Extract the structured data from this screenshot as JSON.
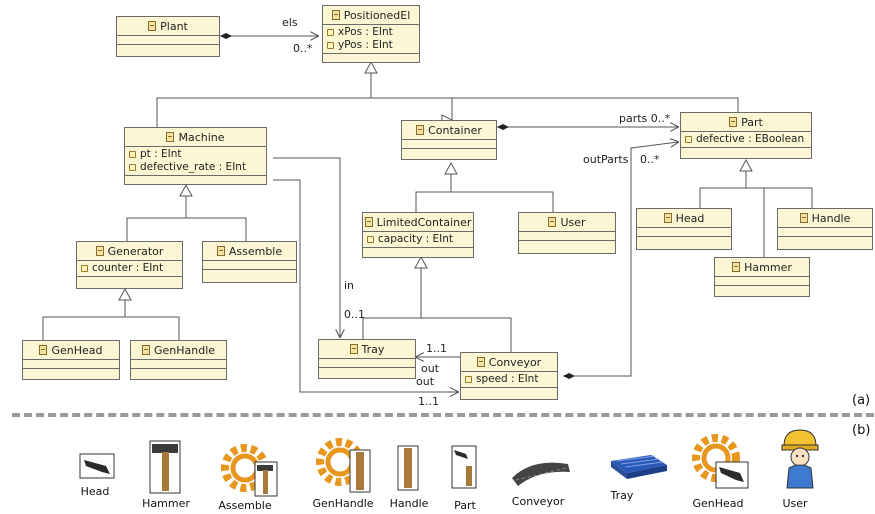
{
  "classes": {
    "plant": {
      "name": "Plant",
      "attrs": []
    },
    "positioned_el": {
      "name": "PositionedEl",
      "attrs": [
        "xPos : EInt",
        "yPos : EInt"
      ]
    },
    "machine": {
      "name": "Machine",
      "attrs": [
        "pt : EInt",
        "defective_rate : EInt"
      ]
    },
    "container": {
      "name": "Container",
      "attrs": []
    },
    "part": {
      "name": "Part",
      "attrs": [
        "defective : EBoolean"
      ]
    },
    "generator": {
      "name": "Generator",
      "attrs": [
        "counter : EInt"
      ]
    },
    "assemble": {
      "name": "Assemble",
      "attrs": []
    },
    "limited_container": {
      "name": "LimitedContainer",
      "attrs": [
        "capacity : EInt"
      ]
    },
    "user": {
      "name": "User",
      "attrs": []
    },
    "head": {
      "name": "Head",
      "attrs": []
    },
    "handle": {
      "name": "Handle",
      "attrs": []
    },
    "hammer": {
      "name": "Hammer",
      "attrs": []
    },
    "gen_head": {
      "name": "GenHead",
      "attrs": []
    },
    "gen_handle": {
      "name": "GenHandle",
      "attrs": []
    },
    "tray": {
      "name": "Tray",
      "attrs": []
    },
    "conveyor": {
      "name": "Conveyor",
      "attrs": [
        "speed : EInt"
      ]
    }
  },
  "edge_labels": {
    "els": "els",
    "els_mult": "0..*",
    "parts": "parts 0..*",
    "out_parts": "outParts",
    "out_parts_mult": "0..*",
    "in": "in",
    "in_mult": "0..1",
    "tray_mult": "1..1",
    "out1": "out",
    "out2": "out",
    "out_mult": "1..1"
  },
  "panel_tags": {
    "a": "(a)",
    "b": "(b)"
  },
  "icons": [
    {
      "label": "Head",
      "icon": "hammer-head-icon"
    },
    {
      "label": "Hammer",
      "icon": "hammer-icon"
    },
    {
      "label": "Assemble",
      "icon": "gear-with-hammer-icon"
    },
    {
      "label": "GenHandle",
      "icon": "gear-with-handle-icon"
    },
    {
      "label": "Handle",
      "icon": "handle-icon"
    },
    {
      "label": "Part",
      "icon": "part-icon"
    },
    {
      "label": "Conveyor",
      "icon": "conveyor-belt-icon"
    },
    {
      "label": "Tray",
      "icon": "tray-icon"
    },
    {
      "label": "GenHead",
      "icon": "gear-with-head-icon"
    },
    {
      "label": "User",
      "icon": "worker-icon"
    }
  ],
  "colors": {
    "class_fill": "#fbf7d4",
    "class_border": "#6b6b6b",
    "gear": "#e8961e",
    "tray": "#2a58b8"
  }
}
